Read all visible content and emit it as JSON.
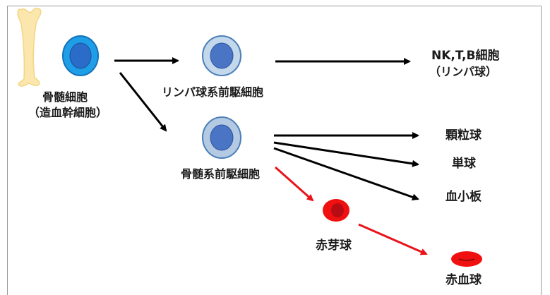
{
  "nodes": {
    "bone_marrow": {
      "line1": "骨髄細胞",
      "line2": "（造血幹細胞）"
    },
    "lymphoid_progenitor": {
      "label": "リンパ球系前駆細胞"
    },
    "myeloid_progenitor": {
      "label": "骨髄系前駆細胞"
    },
    "lymphocyte": {
      "line1": "NK,T,B細胞",
      "line2": "（リンパ球）"
    },
    "granulocyte": {
      "label": "顆粒球"
    },
    "monocyte": {
      "label": "単球"
    },
    "platelet": {
      "label": "血小板"
    },
    "erythroblast": {
      "label": "赤芽球"
    },
    "erythrocyte": {
      "label": "赤血球"
    }
  },
  "colors": {
    "arrow_black": "#000000",
    "arrow_red": "#e8141b",
    "stem_cell_outer": "#1f9ee8",
    "stem_cell_inner": "#2a6cc8",
    "progenitor_outer": "#b7cfe6",
    "progenitor_inner": "#4a74c4",
    "red_cell": "#f01010",
    "bone": "#fbe7ad"
  },
  "icons": [
    "bone-icon",
    "cell-icon",
    "red-blood-cell-icon"
  ]
}
